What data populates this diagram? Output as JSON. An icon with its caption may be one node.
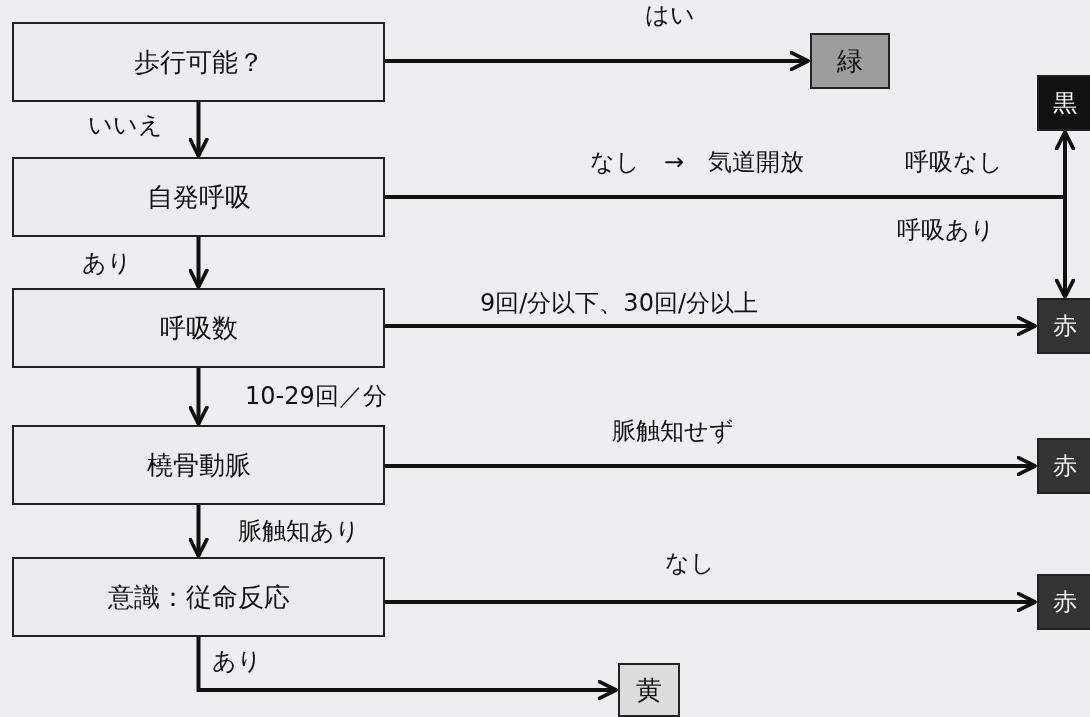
{
  "diagram": {
    "nodes": [
      {
        "text": [
          "歩行可能？"
        ]
      },
      {
        "text": [
          "自発呼吸"
        ]
      },
      {
        "text": [
          "呼吸数"
        ]
      },
      {
        "text": [
          "橈骨動脈"
        ]
      },
      {
        "text": [
          "意識：従命反応"
        ]
      },
      {
        "text": [
          "緑"
        ]
      },
      {
        "text": [
          "黒"
        ]
      },
      {
        "text": [
          "赤"
        ]
      },
      {
        "text": [
          "赤"
        ]
      },
      {
        "text": [
          "赤"
        ]
      },
      {
        "text": [
          "黄"
        ]
      }
    ],
    "edges": [
      {
        "from": 0,
        "to": 5,
        "arrow": "to",
        "label": "はい"
      },
      {
        "from": 0,
        "to": 1,
        "arrow": "to",
        "label": "いいえ"
      },
      {
        "from": 1,
        "to": 2,
        "arrow": "to",
        "label": "あり"
      },
      {
        "from": 2,
        "to": 3,
        "arrow": "to",
        "label": "10-29回／分"
      },
      {
        "from": 3,
        "to": 4,
        "arrow": "to",
        "label": "脈触知あり"
      },
      {
        "from": 4,
        "to": 10,
        "arrow": "to",
        "label": "あり"
      },
      {
        "from": 1,
        "to": 6,
        "arrow": "to",
        "label": "呼吸なし"
      },
      {
        "from": 1,
        "to": 7,
        "arrow": "to",
        "label": "呼吸あり"
      },
      {
        "from": 2,
        "to": 7,
        "arrow": "to",
        "label": "9回/分以下、30回/分以上"
      },
      {
        "from": 3,
        "to": 8,
        "arrow": "to",
        "label": "脈触知せず"
      },
      {
        "from": 4,
        "to": 9,
        "arrow": "to",
        "label": "なし"
      }
    ],
    "labels": [
      "なし　→　気道開放"
    ]
  }
}
